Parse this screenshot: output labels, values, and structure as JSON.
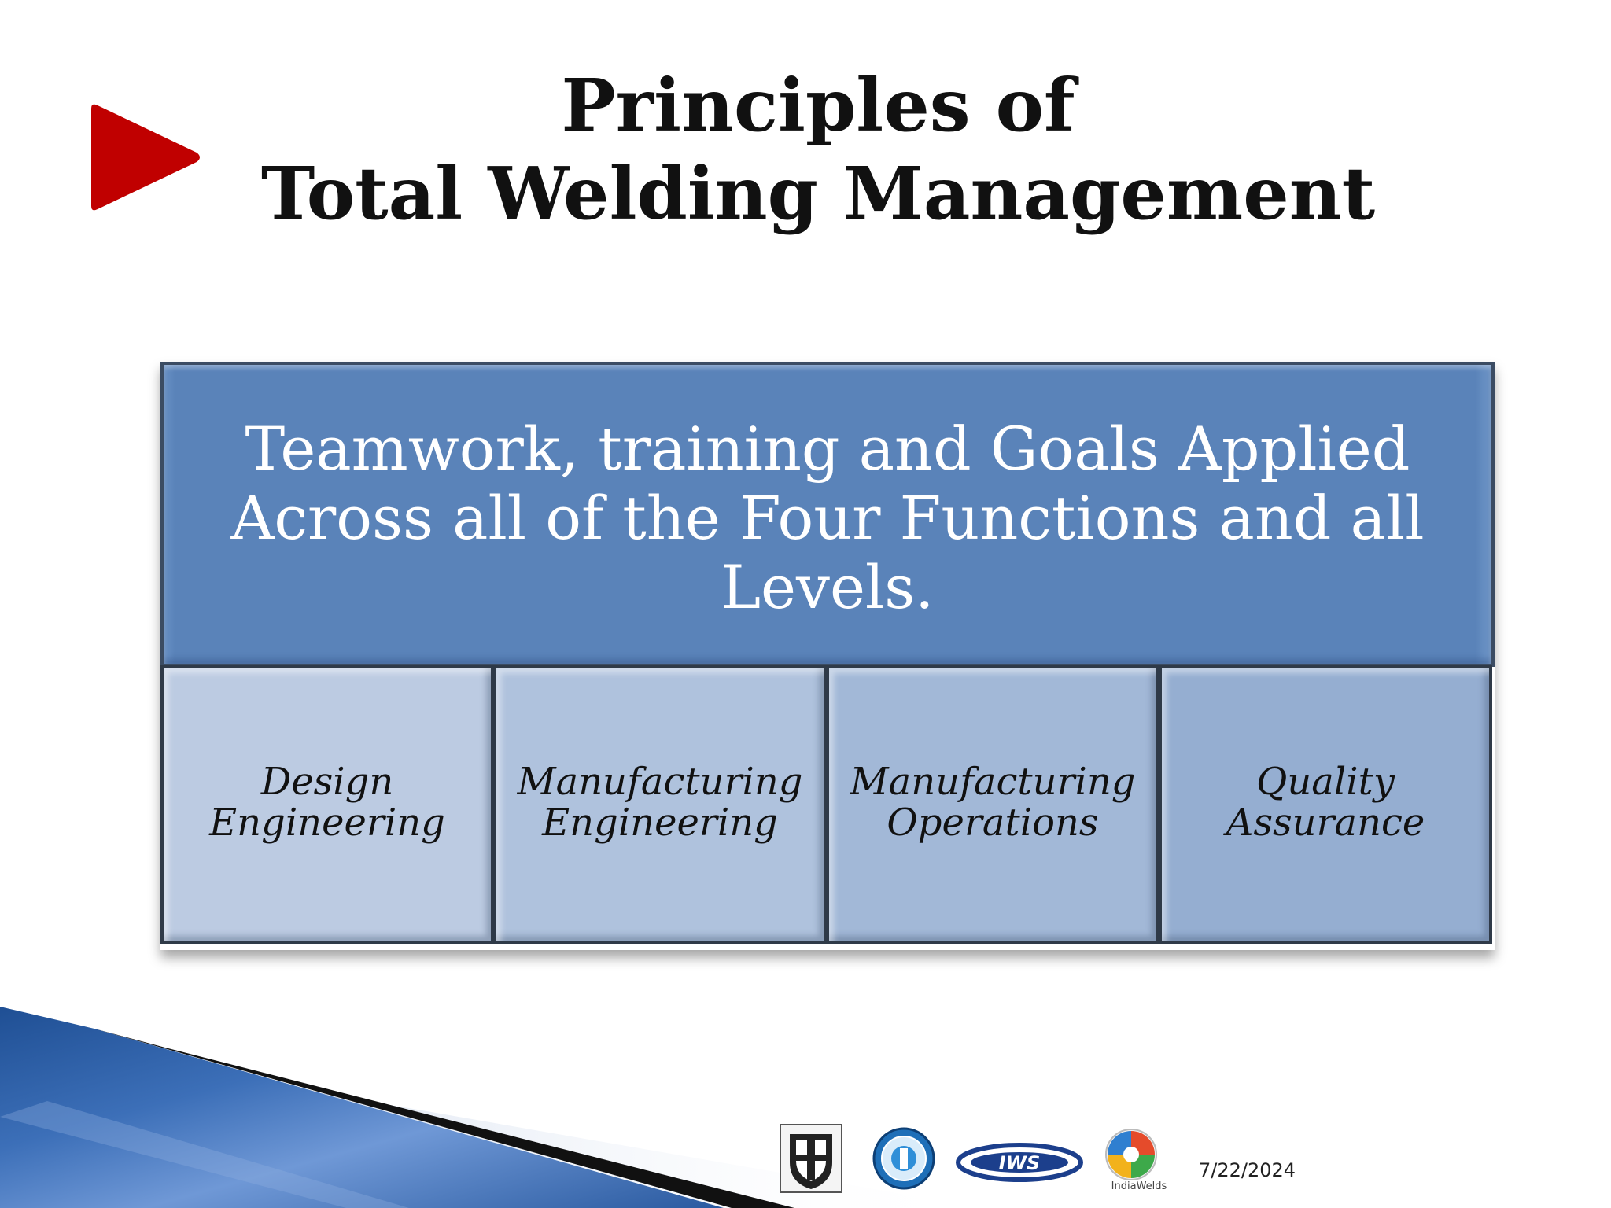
{
  "slide": {
    "title_line1": "Principles of",
    "title_line2": "Total Welding Management",
    "bullet_color": "#c00000"
  },
  "diagram": {
    "top_text": "Teamwork, training and Goals Applied Across all of the Four Functions and all Levels.",
    "functions": [
      {
        "line1": "Design",
        "line2": "Engineering"
      },
      {
        "line1": "Manufacturing",
        "line2": "Engineering"
      },
      {
        "line1": "Manufacturing",
        "line2": "Operations"
      },
      {
        "line1": "Quality",
        "line2": "Assurance"
      }
    ],
    "top_color": "#5a83b9"
  },
  "footer": {
    "logo_caption": "IndiaWelds",
    "logo_badge_text": "IWS",
    "date": "7/22/2024"
  }
}
